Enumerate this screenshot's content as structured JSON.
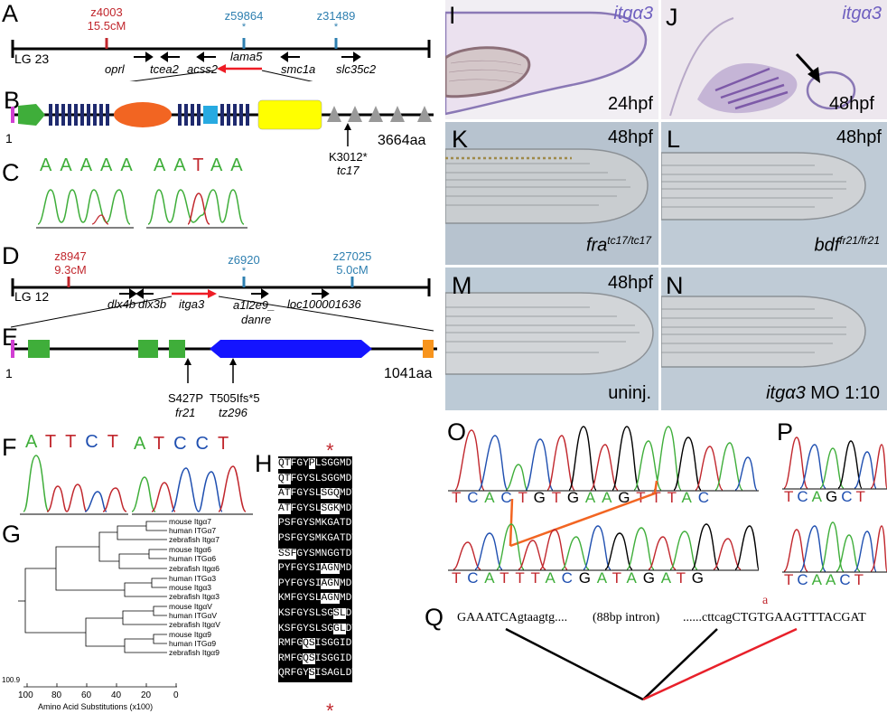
{
  "panels": {
    "A": "A",
    "B": "B",
    "C": "C",
    "D": "D",
    "E": "E",
    "F": "F",
    "G": "G",
    "H": "H",
    "I": "I",
    "J": "J",
    "K": "K",
    "L": "L",
    "M": "M",
    "N": "N",
    "O": "O",
    "P": "P",
    "Q": "Q"
  },
  "panelA": {
    "lg": "LG  23",
    "markers": [
      {
        "name": "z4003",
        "pos": "15.5cM"
      },
      {
        "name": "z59864",
        "star": "*"
      },
      {
        "name": "z31489",
        "star": "*"
      }
    ],
    "genes": [
      "oprl",
      "tcea2",
      "acss2",
      "lama5",
      "smc1a",
      "slc35c2"
    ]
  },
  "panelB": {
    "start": "1",
    "end": "3664aa",
    "mutation": "K3012*",
    "allele": "tc17"
  },
  "panelC": {
    "bases": [
      "A",
      "A",
      "A",
      "A",
      "A",
      "A",
      "A",
      "T",
      "A",
      "A"
    ]
  },
  "panelD": {
    "lg": "LG  12",
    "markers": [
      {
        "name": "z8947",
        "pos": "9.3cM"
      },
      {
        "name": "z6920",
        "star": "*"
      },
      {
        "name": "z27025",
        "pos": "5.0cM"
      }
    ],
    "genes": [
      "dlx4b",
      "dlx3b",
      "itga3",
      "a1l2e9_",
      "danre",
      "loc100001636"
    ]
  },
  "panelE": {
    "start": "1",
    "end": "1041aa",
    "mut1": "S427P",
    "allele1": "fr21",
    "mut2": "T505Ifs*5",
    "allele2": "tz296"
  },
  "panelF": {
    "bases": [
      "A",
      "T",
      "T",
      "C",
      "T",
      "A",
      "T",
      "C",
      "C",
      "T"
    ]
  },
  "panelG": {
    "leaves": [
      "mouse Itgα7",
      "human ITGα7",
      "zebrafish Itgα7",
      "mouse Itgα6",
      "human ITGα6",
      "zebrafish Itgα6",
      "human ITGα3",
      "mouse Itgα3",
      "zebrafish Itgα3",
      "mouse ItgαV",
      "human ITGαV",
      "zebrafish ItgαV",
      "mouse Itgα9",
      "human ITGα9",
      "zebrafish Itgα9"
    ],
    "axis_ticks": [
      "100",
      "80",
      "60",
      "40",
      "20",
      "0"
    ],
    "axis_label": "Amino Acid Substitutions (x100)",
    "scale": "100.9"
  },
  "panelH": {
    "star": "*",
    "rows": [
      "QTFGYPLSGGMDM",
      "QTFGYSLSGGMDM",
      "ATFGYSLSGQMDV",
      "ATFGYSLSGKMDV",
      "PSFGYSMKGATDI",
      "PSFGYSMKGATDV",
      "SSFGYSMNGGTDV",
      "PYFGYSIAGNMDL",
      "PYFGYSIAGNMDL",
      "KMFGYSLAGNMDM",
      "KSFGYSLSGSLDM",
      "KSFGYSLSGGLDV",
      "RMFGQSISGGIDM",
      "RMFGQSISGGIDM",
      "QRFGYSISAGLDV"
    ]
  },
  "panelI": {
    "gene": "itgα3",
    "stage": "24hpf"
  },
  "panelJ": {
    "gene": "itgα3",
    "stage": "48hpf"
  },
  "panelK": {
    "stage": "48hpf",
    "geno_main": "fra",
    "geno_sup": "tc17/tc17"
  },
  "panelL": {
    "stage": "48hpf",
    "geno_main": "bdf",
    "geno_sup": "fr21/fr21"
  },
  "panelM": {
    "stage": "48hpf",
    "label": "uninj."
  },
  "panelN": {
    "gene": "itgα3",
    "label": "MO 1:10"
  },
  "panelO": {
    "seq_top": [
      "T",
      "C",
      "A",
      "C",
      "T",
      "G",
      "T",
      "G",
      "A",
      "A",
      "G",
      "T",
      "T",
      "T",
      "A",
      "C"
    ],
    "seq_bottom": [
      "T",
      "C",
      "A",
      "T",
      "T",
      "T",
      "A",
      "C",
      "G",
      "A",
      "T",
      "A",
      "G",
      "A",
      "T",
      "G"
    ]
  },
  "panelP": {
    "seq_top": [
      "T",
      "C",
      "A",
      "G",
      "C",
      "T"
    ],
    "seq_bottom": [
      "T",
      "C",
      "A",
      "A",
      "C",
      "T"
    ]
  },
  "panelQ": {
    "left": "GAAATCAgtaagtg....",
    "middle": "(88bp intron)",
    "right": "......cttcagCTGTGAAGTTTACGAT",
    "sub": "a"
  },
  "colors": {
    "red": "#c1272d",
    "blue": "#2e7fb0",
    "domain_navy": "#1f2a6e",
    "green": "#3fae3a",
    "orange": "#f26522",
    "cyan": "#27aae1",
    "yellow": "#ffff00",
    "magenta": "#d13fd3",
    "blue_domain": "#1414ff"
  }
}
